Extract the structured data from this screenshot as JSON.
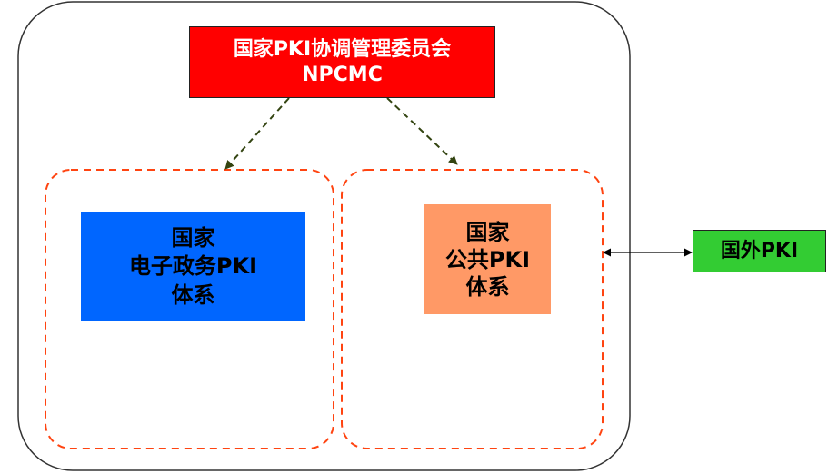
{
  "npcmc": {
    "line1": "国家PKI协调管理委员会",
    "line2": "NPCMC",
    "fill": "#ff0000",
    "text_color": "#ffffff"
  },
  "egov_pki": {
    "line1": "国家",
    "line2": "电子政务PKI",
    "line3": "体系",
    "fill": "#0066ff"
  },
  "public_pki": {
    "line1": "国家",
    "line2": "公共PKI",
    "line3": "体系",
    "fill": "#ff9966"
  },
  "foreign_pki": {
    "label": "国外PKI",
    "fill": "#33cc33"
  },
  "colors": {
    "outer_border": "#333333",
    "dashed_boundary": "#ff4411",
    "dashed_arrow": "#334411",
    "link_arrow": "#000000"
  }
}
